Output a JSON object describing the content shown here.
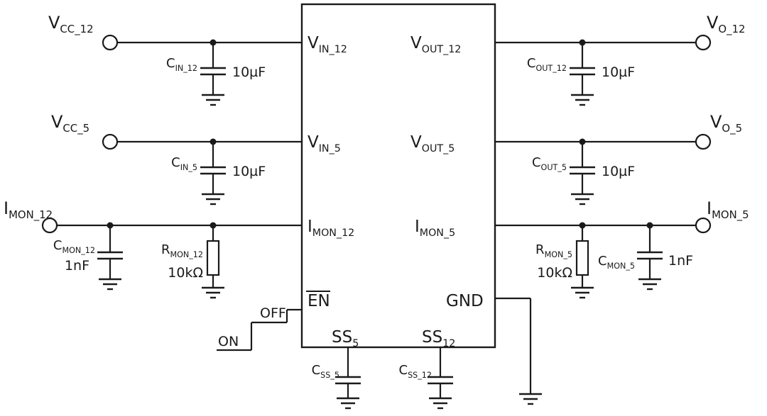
{
  "colors": {
    "line": "#1a1a1a",
    "background": "#ffffff"
  },
  "ic_pins": {
    "vin_12": {
      "main": "V",
      "sub": "IN_12"
    },
    "vin_5": {
      "main": "V",
      "sub": "IN_5"
    },
    "imon_12": {
      "main": "I",
      "sub": "MON_12"
    },
    "en": {
      "main": "EN"
    },
    "ss_5": {
      "main": "SS",
      "sub": "5"
    },
    "ss_12": {
      "main": "SS",
      "sub": "12"
    },
    "vout_12": {
      "main": "V",
      "sub": "OUT_12"
    },
    "vout_5": {
      "main": "V",
      "sub": "OUT_5"
    },
    "imon_5": {
      "main": "I",
      "sub": "MON_5"
    },
    "gnd": {
      "main": "GND"
    }
  },
  "terminals": {
    "vcc_12": {
      "main": "V",
      "sub": "CC_12"
    },
    "vcc_5": {
      "main": "V",
      "sub": "CC_5"
    },
    "imon_12": {
      "main": "I",
      "sub": "MON_12"
    },
    "vo_12": {
      "main": "V",
      "sub": "O_12"
    },
    "vo_5": {
      "main": "V",
      "sub": "O_5"
    },
    "imon_5": {
      "main": "I",
      "sub": "MON_5"
    }
  },
  "components": {
    "cin_12": {
      "main": "C",
      "sub": "IN_12",
      "value": "10µF"
    },
    "cin_5": {
      "main": "C",
      "sub": "IN_5",
      "value": "10µF"
    },
    "cmon_12": {
      "main": "C",
      "sub": "MON_12",
      "value": "1nF"
    },
    "rmon_12": {
      "main": "R",
      "sub": "MON_12",
      "value": "10kΩ"
    },
    "cout_12": {
      "main": "C",
      "sub": "OUT_12",
      "value": "10µF"
    },
    "cout_5": {
      "main": "C",
      "sub": "OUT_5",
      "value": "10µF"
    },
    "rmon_5": {
      "main": "R",
      "sub": "MON_5",
      "value": "10kΩ"
    },
    "cmon_5": {
      "main": "C",
      "sub": "MON_5",
      "value": "1nF"
    },
    "css_5": {
      "main": "C",
      "sub": "SS_5"
    },
    "css_12": {
      "main": "C",
      "sub": "SS_12"
    }
  },
  "signals": {
    "off": "OFF",
    "on": "ON"
  }
}
